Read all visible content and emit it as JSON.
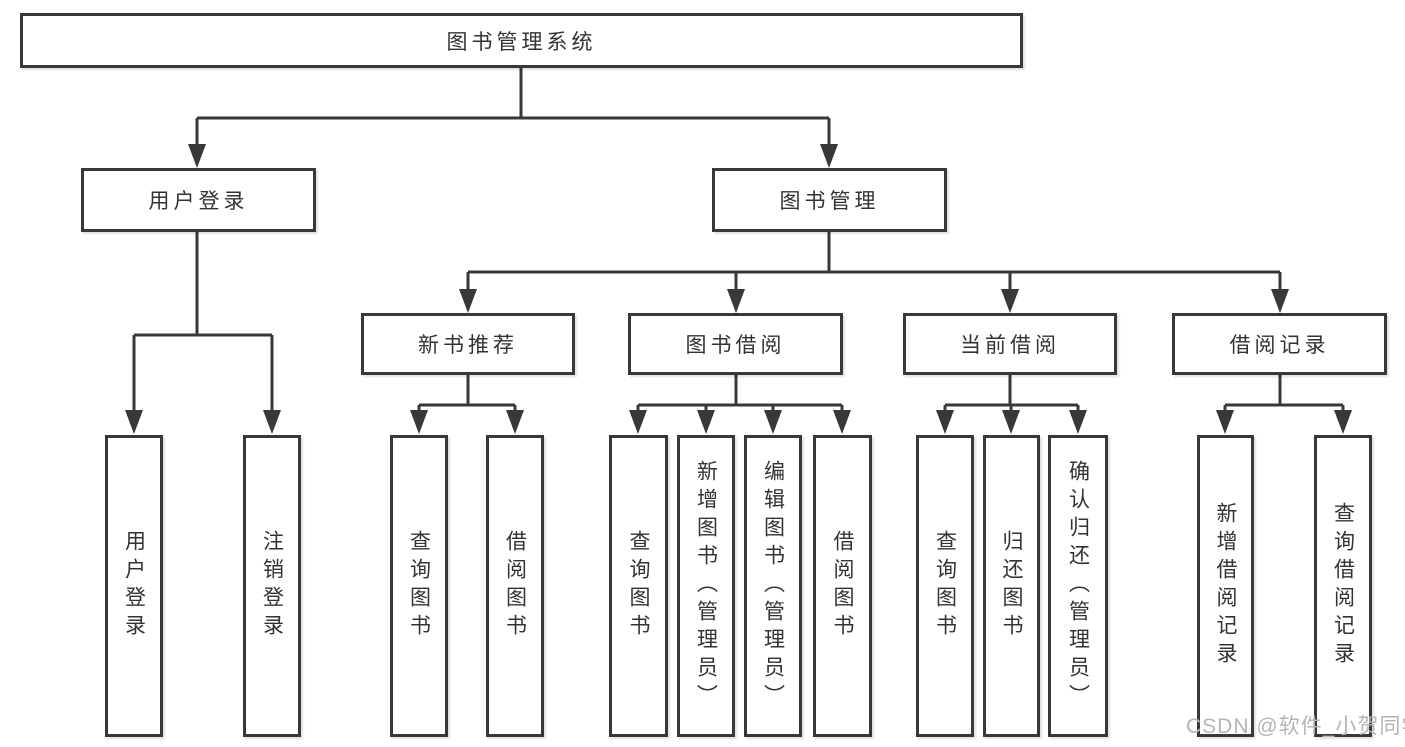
{
  "diagram": {
    "root": {
      "label": "图书管理系统"
    },
    "branches": [
      {
        "label": "用户登录",
        "children": [
          {
            "label": "用户登录"
          },
          {
            "label": "注销登录"
          }
        ]
      },
      {
        "label": "图书管理",
        "children": [
          {
            "label": "新书推荐",
            "children": [
              {
                "label": "查询图书"
              },
              {
                "label": "借阅图书"
              }
            ]
          },
          {
            "label": "图书借阅",
            "children": [
              {
                "label": "查询图书"
              },
              {
                "label": "新增图书（管理员）"
              },
              {
                "label": "编辑图书（管理员）"
              },
              {
                "label": "借阅图书"
              }
            ]
          },
          {
            "label": "当前借阅",
            "children": [
              {
                "label": "查询图书"
              },
              {
                "label": "归还图书"
              },
              {
                "label": "确认归还（管理员）"
              }
            ]
          },
          {
            "label": "借阅记录",
            "children": [
              {
                "label": "新增借阅记录"
              },
              {
                "label": "查询借阅记录"
              }
            ]
          }
        ]
      }
    ]
  },
  "watermark": {
    "text": "CSDN @软件_小贺同学"
  },
  "colors": {
    "line": "#383838",
    "text": "#333333",
    "background": "#ffffff",
    "watermark": "#b5b5b5"
  }
}
